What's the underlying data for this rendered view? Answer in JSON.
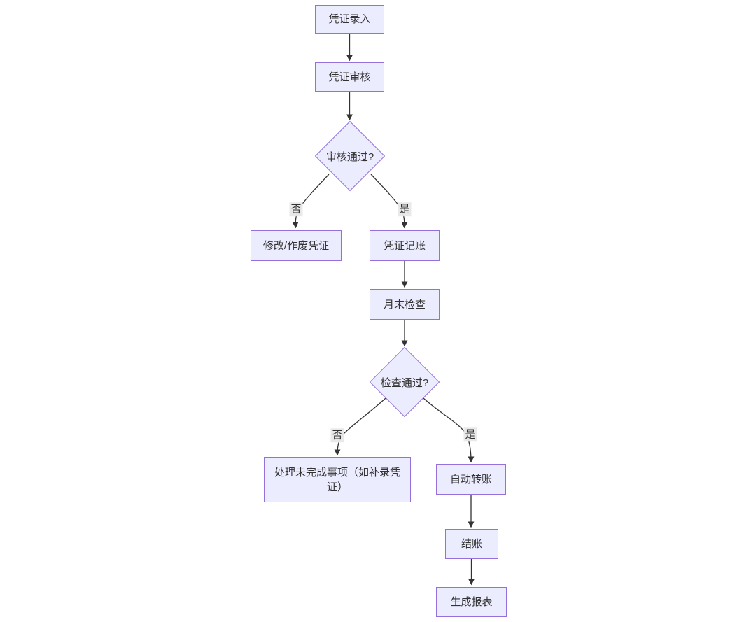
{
  "diagram": {
    "type": "flowchart",
    "direction": "top-down",
    "colors": {
      "background": "#ffffff",
      "node_fill": "#ECECFF",
      "node_border": "#9370DB",
      "edge_line": "#333333",
      "edge_label_bg": "#e8e8e8",
      "text": "#333333"
    },
    "nodes": {
      "entry": {
        "label": "凭证录入",
        "shape": "rect"
      },
      "review": {
        "label": "凭证审核",
        "shape": "rect"
      },
      "review_decision": {
        "label": "审核通过?",
        "shape": "diamond"
      },
      "modify": {
        "label": "修改/作废凭证",
        "shape": "rect"
      },
      "post": {
        "label": "凭证记账",
        "shape": "rect"
      },
      "month_end": {
        "label": "月末检查",
        "shape": "rect"
      },
      "check_decision": {
        "label": "检查通过?",
        "shape": "diamond"
      },
      "handle_pending": {
        "label": "处理未完成事项（如补录凭证）",
        "shape": "rect"
      },
      "auto_transfer": {
        "label": "自动转账",
        "shape": "rect"
      },
      "closing": {
        "label": "结账",
        "shape": "rect"
      },
      "report": {
        "label": "生成报表",
        "shape": "rect"
      }
    },
    "edges": [
      {
        "from": "entry",
        "to": "review",
        "label": ""
      },
      {
        "from": "review",
        "to": "review_decision",
        "label": ""
      },
      {
        "from": "review_decision",
        "to": "modify",
        "label": "否"
      },
      {
        "from": "review_decision",
        "to": "post",
        "label": "是"
      },
      {
        "from": "post",
        "to": "month_end",
        "label": ""
      },
      {
        "from": "month_end",
        "to": "check_decision",
        "label": ""
      },
      {
        "from": "check_decision",
        "to": "handle_pending",
        "label": "否"
      },
      {
        "from": "check_decision",
        "to": "auto_transfer",
        "label": "是"
      },
      {
        "from": "auto_transfer",
        "to": "closing",
        "label": ""
      },
      {
        "from": "closing",
        "to": "report",
        "label": ""
      }
    ]
  }
}
